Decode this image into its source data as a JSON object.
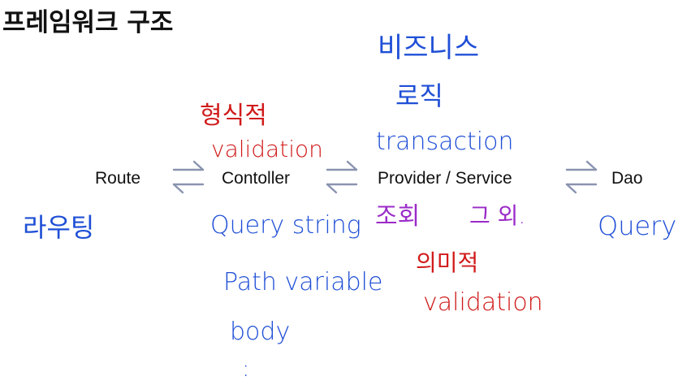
{
  "title": "프레임워크 구조",
  "colors": {
    "arrow": "#8a94b0",
    "blue_note": "#1f4fd6",
    "red_note": "#d11a1a",
    "purple_note": "#9b2bc9"
  },
  "nodes": {
    "route": "Route",
    "controller": "Contoller",
    "provider_service": "Provider / Service",
    "dao": "Dao"
  },
  "annotations": {
    "routing": "라우팅",
    "shape_validation_1": "형식적",
    "shape_validation_2": "validation",
    "controller_inputs": [
      "Query string",
      "Path variable",
      "body",
      ":"
    ],
    "business_1": "비즈니스",
    "business_2": "로직",
    "transaction": "transaction",
    "read": "조회",
    "other": "그 외.",
    "semantic_validation_1": "의미적",
    "semantic_validation_2": "validation",
    "query": "Query"
  }
}
